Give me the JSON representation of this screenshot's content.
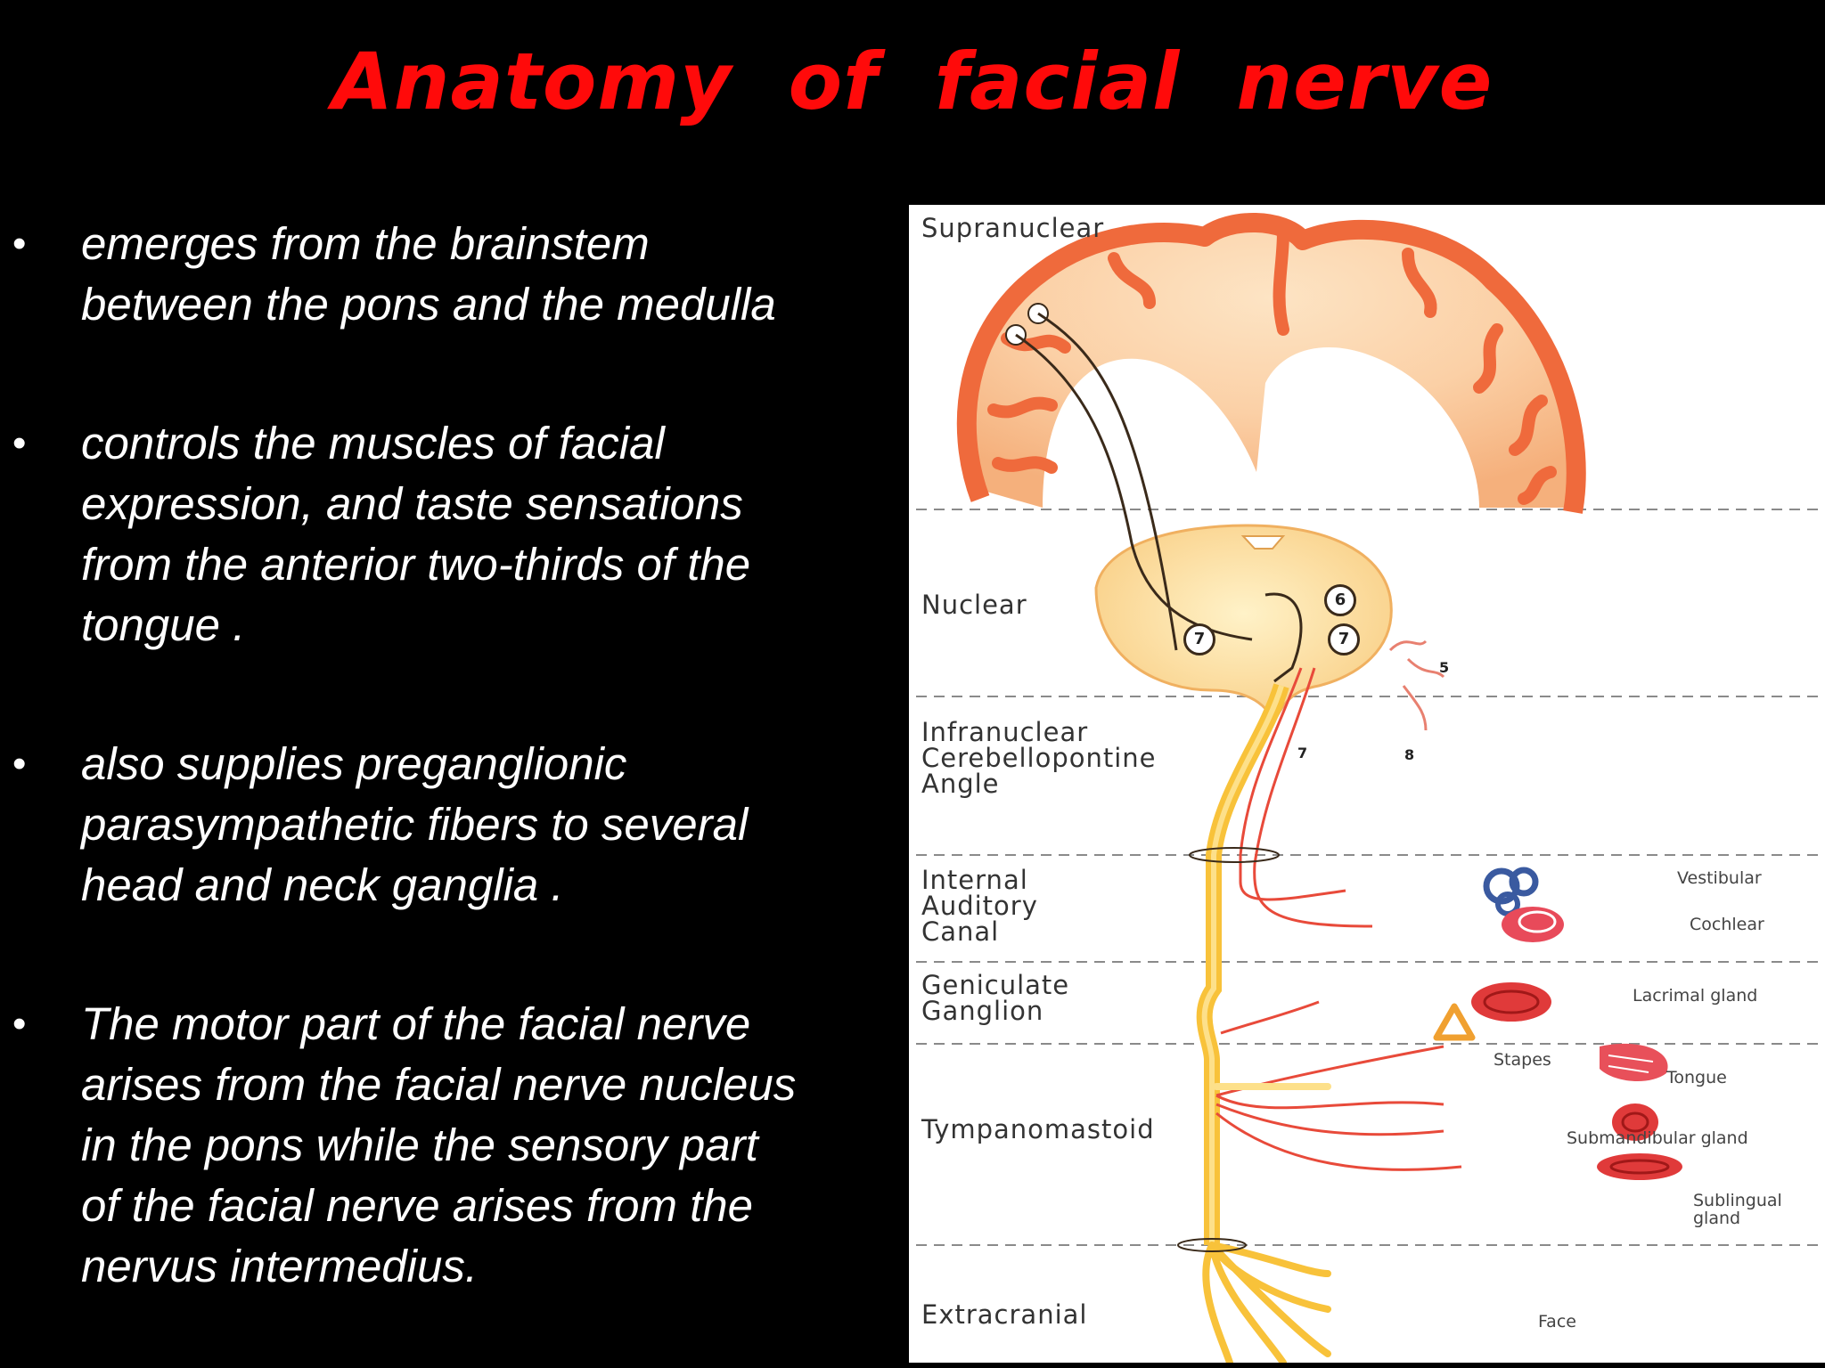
{
  "title": "Anatomy  of  facial  nerve",
  "bullet_symbol": "•",
  "bullets": [
    {
      "lines": [
        "emerges from the brainstem",
        "between the pons and the medulla"
      ]
    },
    {
      "lines": [
        "controls the muscles of facial",
        "expression, and  taste sensations",
        "from the anterior two-thirds of the",
        "tongue ."
      ]
    },
    {
      "lines": [
        "also supplies preganglionic",
        "parasympathetic fibers to several",
        "head and neck ganglia ."
      ]
    },
    {
      "lines": [
        "The motor part of the facial nerve",
        "arises from the facial nerve nucleus",
        "in the pons  while the sensory part",
        "of the facial nerve arises from the",
        "nervus intermedius."
      ]
    }
  ],
  "diagram": {
    "levels": {
      "supranuclear": "Supranuclear",
      "nuclear": "Nuclear",
      "infranuclear": [
        "Infranuclear",
        "Cerebellopontine",
        "Angle"
      ],
      "internal_auditory": [
        "Internal",
        "Auditory",
        "Canal"
      ],
      "geniculate": [
        "Geniculate",
        "Ganglion"
      ],
      "tympanomastoid": "Tympanomastoid",
      "extracranial": "Extracranial"
    },
    "targets": {
      "vestibular": "Vestibular",
      "cochlear": "Cochlear",
      "lacrimal": "Lacrimal gland",
      "stapes": "Stapes",
      "tongue": "Tongue",
      "submandibular": "Submandibular gland",
      "sublingual": [
        "Sublingual",
        "gland"
      ],
      "face": "Face"
    },
    "nerve_numbers": {
      "n5": "5",
      "n7a": "7",
      "n7b": "7",
      "n6": "6",
      "n7c": "7",
      "n8": "8"
    },
    "colors": {
      "cortex": "#f07a45",
      "nerve": "#f8c23a",
      "branch": "#e84a3a",
      "background": "#ffffff"
    }
  }
}
